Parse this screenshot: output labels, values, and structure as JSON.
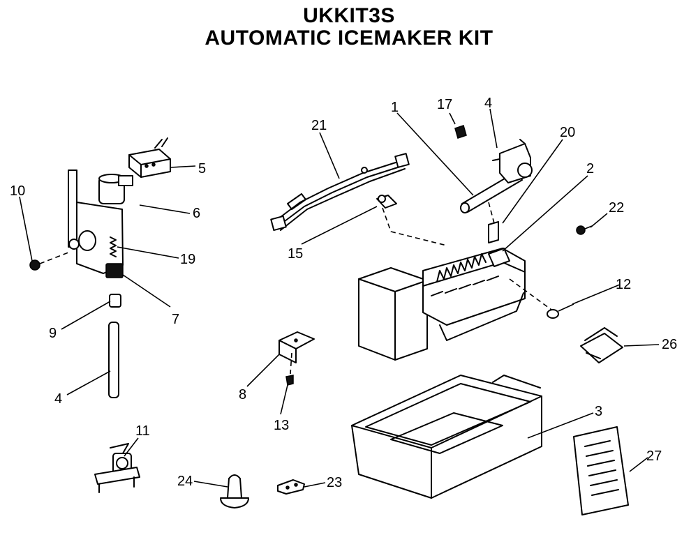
{
  "title": {
    "line1": "UKKIT3S",
    "line2": "AUTOMATIC ICEMAKER KIT"
  },
  "callouts": [
    "1",
    "17",
    "4",
    "20",
    "21",
    "2",
    "5",
    "10",
    "6",
    "22",
    "15",
    "19",
    "12",
    "7",
    "9",
    "26",
    "8",
    "4",
    "13",
    "3",
    "11",
    "27",
    "24",
    "23"
  ]
}
